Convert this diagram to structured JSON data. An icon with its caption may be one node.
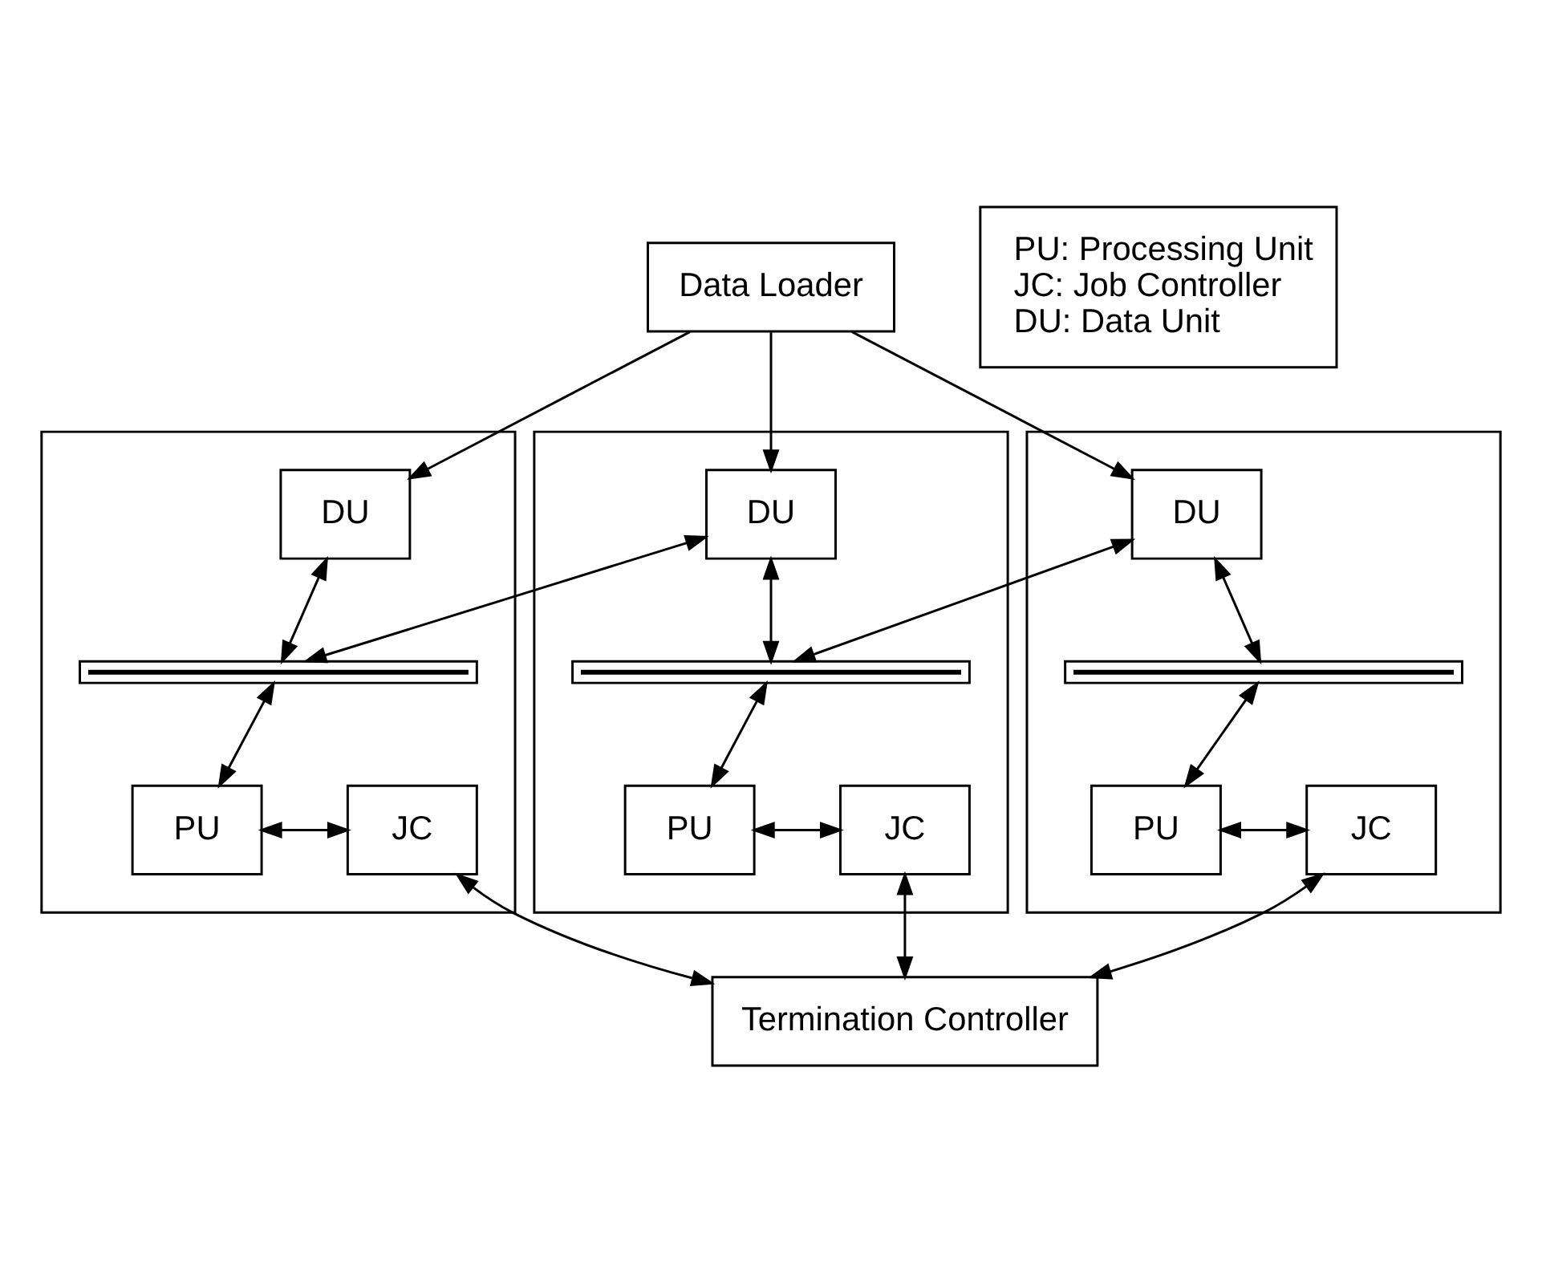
{
  "diagram": {
    "nodes": [
      {
        "text": [
          "Data Loader"
        ]
      },
      {
        "text": [
          "PU: Processing Unit",
          "JC: Job Controller",
          "DU: Data Unit"
        ]
      },
      {
        "text": [],
        "shape": "box"
      },
      {
        "text": [
          "DU"
        ],
        "in": 2
      },
      {
        "text": [],
        "shape": "bar",
        "in": 2
      },
      {
        "text": [
          "PU"
        ],
        "in": 2
      },
      {
        "text": [
          "JC"
        ],
        "in": 2
      },
      {
        "text": [],
        "shape": "box"
      },
      {
        "text": [
          "DU"
        ],
        "in": 7
      },
      {
        "text": [],
        "shape": "bar",
        "in": 7
      },
      {
        "text": [
          "PU"
        ],
        "in": 7
      },
      {
        "text": [
          "JC"
        ],
        "in": 7
      },
      {
        "text": [],
        "shape": "box"
      },
      {
        "text": [
          "DU"
        ],
        "in": 12
      },
      {
        "text": [],
        "shape": "bar",
        "in": 12
      },
      {
        "text": [
          "PU"
        ],
        "in": 12
      },
      {
        "text": [
          "JC"
        ],
        "in": 12
      },
      {
        "text": [
          "Termination Controller"
        ]
      }
    ],
    "edges": [
      {
        "from": 0,
        "to": 3,
        "arrow": "to"
      },
      {
        "from": 0,
        "to": 8,
        "arrow": "to"
      },
      {
        "from": 0,
        "to": 13,
        "arrow": "to"
      },
      {
        "from": 3,
        "to": 4,
        "arrow": "both"
      },
      {
        "from": 4,
        "to": 5,
        "arrow": "both"
      },
      {
        "from": 5,
        "to": 6,
        "arrow": "both"
      },
      {
        "from": 4,
        "to": 8,
        "arrow": "both"
      },
      {
        "from": 8,
        "to": 9,
        "arrow": "both"
      },
      {
        "from": 9,
        "to": 10,
        "arrow": "both"
      },
      {
        "from": 10,
        "to": 11,
        "arrow": "both"
      },
      {
        "from": 9,
        "to": 13,
        "arrow": "both"
      },
      {
        "from": 13,
        "to": 14,
        "arrow": "both"
      },
      {
        "from": 14,
        "to": 15,
        "arrow": "both"
      },
      {
        "from": 15,
        "to": 16,
        "arrow": "both"
      },
      {
        "from": 6,
        "to": 17,
        "arrow": "both"
      },
      {
        "from": 11,
        "to": 17,
        "arrow": "both"
      },
      {
        "from": 16,
        "to": 17,
        "arrow": "both"
      }
    ]
  }
}
